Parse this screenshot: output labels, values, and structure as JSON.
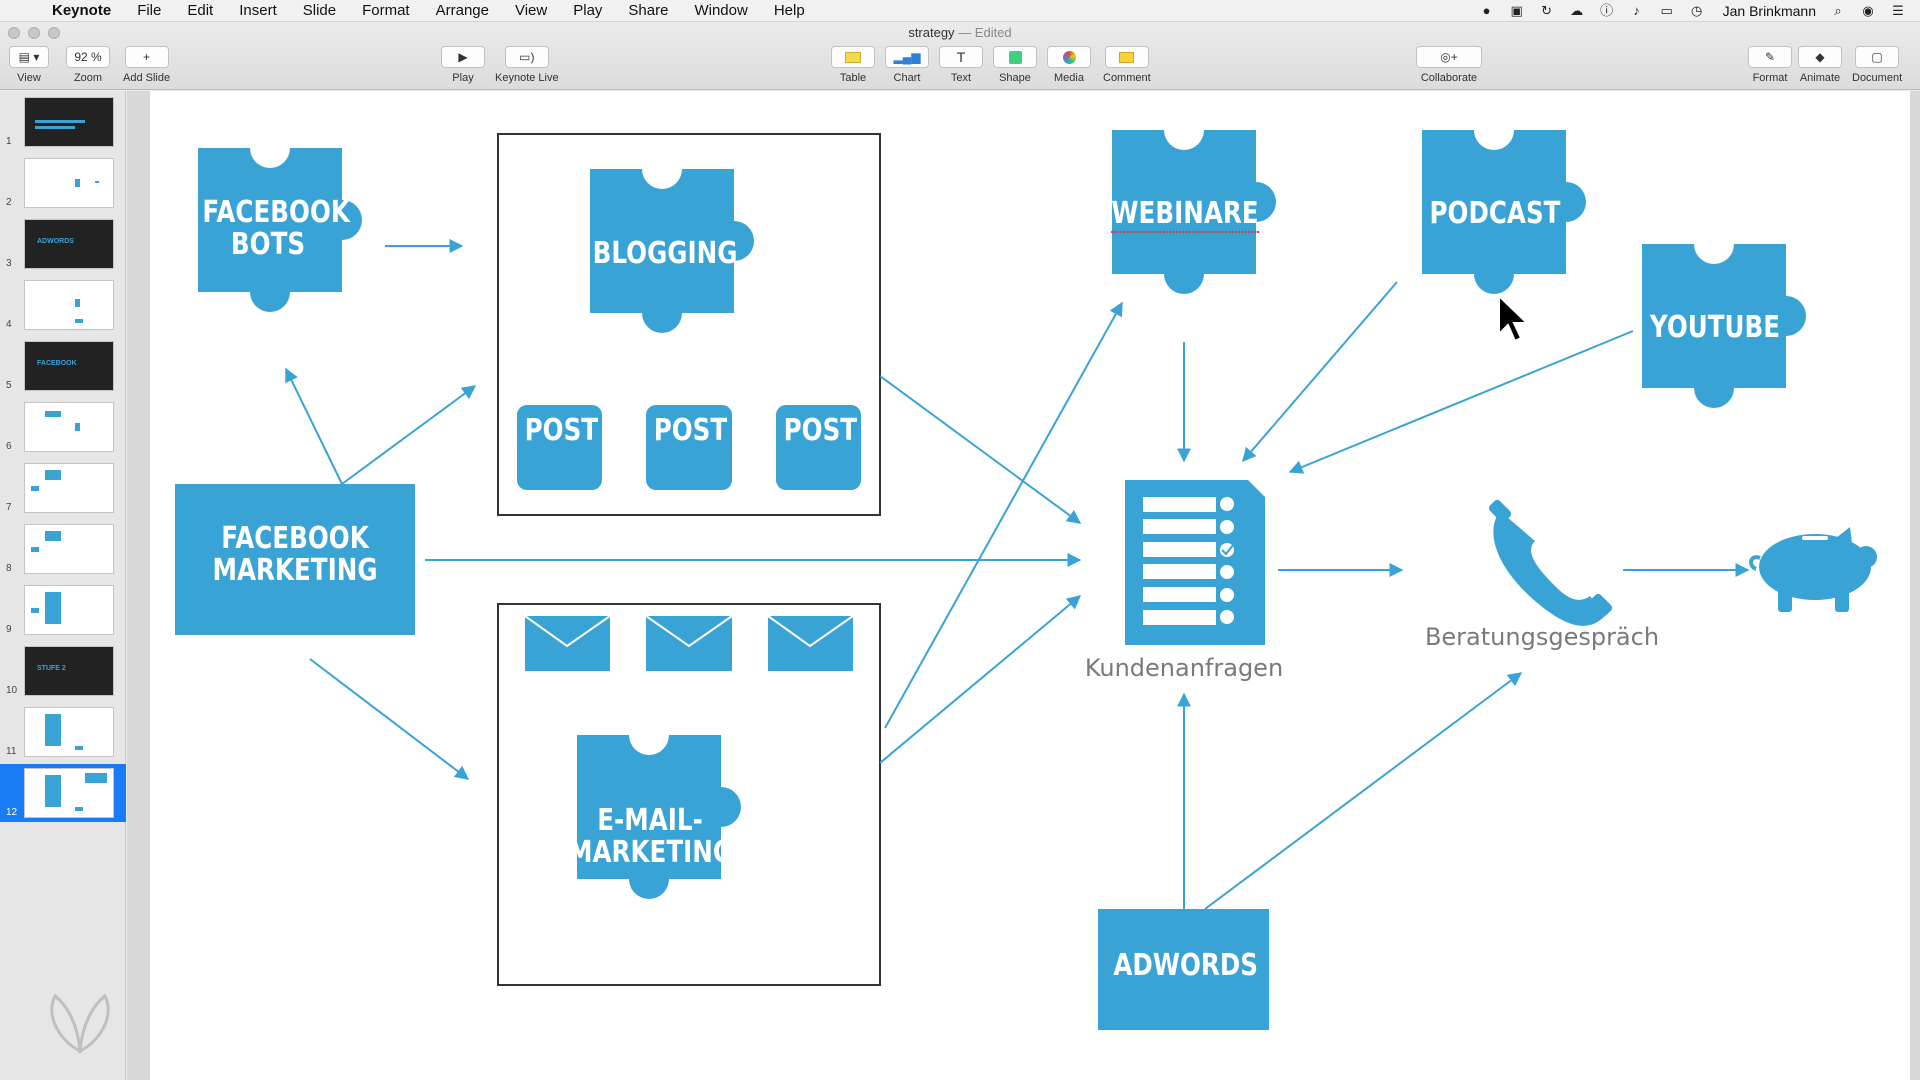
{
  "menubar": {
    "app_name": "Keynote",
    "items": [
      "File",
      "Edit",
      "Insert",
      "Slide",
      "Format",
      "Arrange",
      "View",
      "Play",
      "Share",
      "Window",
      "Help"
    ],
    "user": "Jan Brinkmann"
  },
  "window": {
    "title": "strategy",
    "edited": "— Edited"
  },
  "toolbar": {
    "view": "View",
    "zoom_value": "92 %",
    "zoom": "Zoom",
    "add_slide": "Add Slide",
    "play": "Play",
    "keynote_live": "Keynote Live",
    "table": "Table",
    "chart": "Chart",
    "text": "Text",
    "shape": "Shape",
    "media": "Media",
    "comment": "Comment",
    "collaborate": "Collaborate",
    "format": "Format",
    "animate": "Animate",
    "document": "Document"
  },
  "slides": [
    {
      "num": "1",
      "dark": true,
      "text": ""
    },
    {
      "num": "2",
      "dark": false,
      "text": ""
    },
    {
      "num": "3",
      "dark": true,
      "text": "ADWORDS"
    },
    {
      "num": "4",
      "dark": false,
      "text": ""
    },
    {
      "num": "5",
      "dark": true,
      "text": "FACEBOOK"
    },
    {
      "num": "6",
      "dark": false,
      "text": ""
    },
    {
      "num": "7",
      "dark": false,
      "text": ""
    },
    {
      "num": "8",
      "dark": false,
      "text": ""
    },
    {
      "num": "9",
      "dark": false,
      "text": ""
    },
    {
      "num": "10",
      "dark": true,
      "text": "STUFE 2"
    },
    {
      "num": "11",
      "dark": false,
      "text": ""
    },
    {
      "num": "12",
      "dark": false,
      "text": "",
      "selected": true
    }
  ],
  "slide": {
    "facebook_bots": [
      "FACEBOOK",
      "BOTS"
    ],
    "blogging": "BLOGGING",
    "post_1": "POST",
    "post_2": "POST",
    "post_3": "POST",
    "facebook_marketing": [
      "FACEBOOK",
      "MARKETING"
    ],
    "email_marketing": [
      "E-MAIL-",
      "MARKETING"
    ],
    "webinare": "WEBINARE",
    "podcast": "PODCAST",
    "youtube": "YOUTUBE",
    "kundenanfragen": "Kundenanfragen",
    "beratungsgespraech": "Beratungsgespräch",
    "adwords": "ADWORDS",
    "accent_color": "#3aa3d6"
  }
}
